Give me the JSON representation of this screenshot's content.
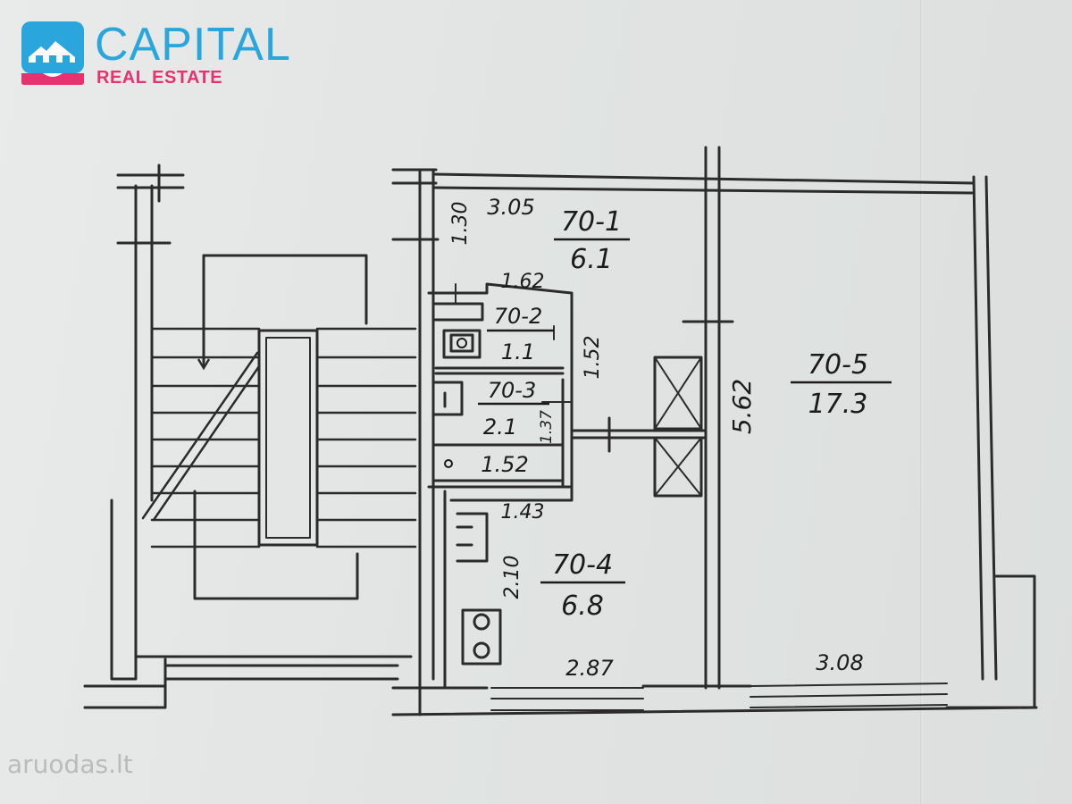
{
  "brand": {
    "name": "CAPITAL",
    "tagline": "REAL ESTATE",
    "primary_color": "#2aa6dd",
    "accent_color": "#e6336f"
  },
  "watermark": "aruodas.lt",
  "rooms": {
    "r1": {
      "id": "70-1",
      "area": "6.1"
    },
    "r2": {
      "id": "70-2",
      "area": "1.1"
    },
    "r3": {
      "id": "70-3",
      "area": "2.1"
    },
    "r4": {
      "id": "70-4",
      "area": "6.8"
    },
    "r5": {
      "id": "70-5",
      "area": "17.3"
    }
  },
  "dimensions": {
    "d305": "3.05",
    "d130": "1.30",
    "d162": "1.62",
    "d152v": "1.52",
    "d137": "1.37",
    "d152b": "1.52",
    "d143": "1.43",
    "d210": "2.10",
    "d287": "2.87",
    "d562": "5.62",
    "d308": "3.08"
  }
}
